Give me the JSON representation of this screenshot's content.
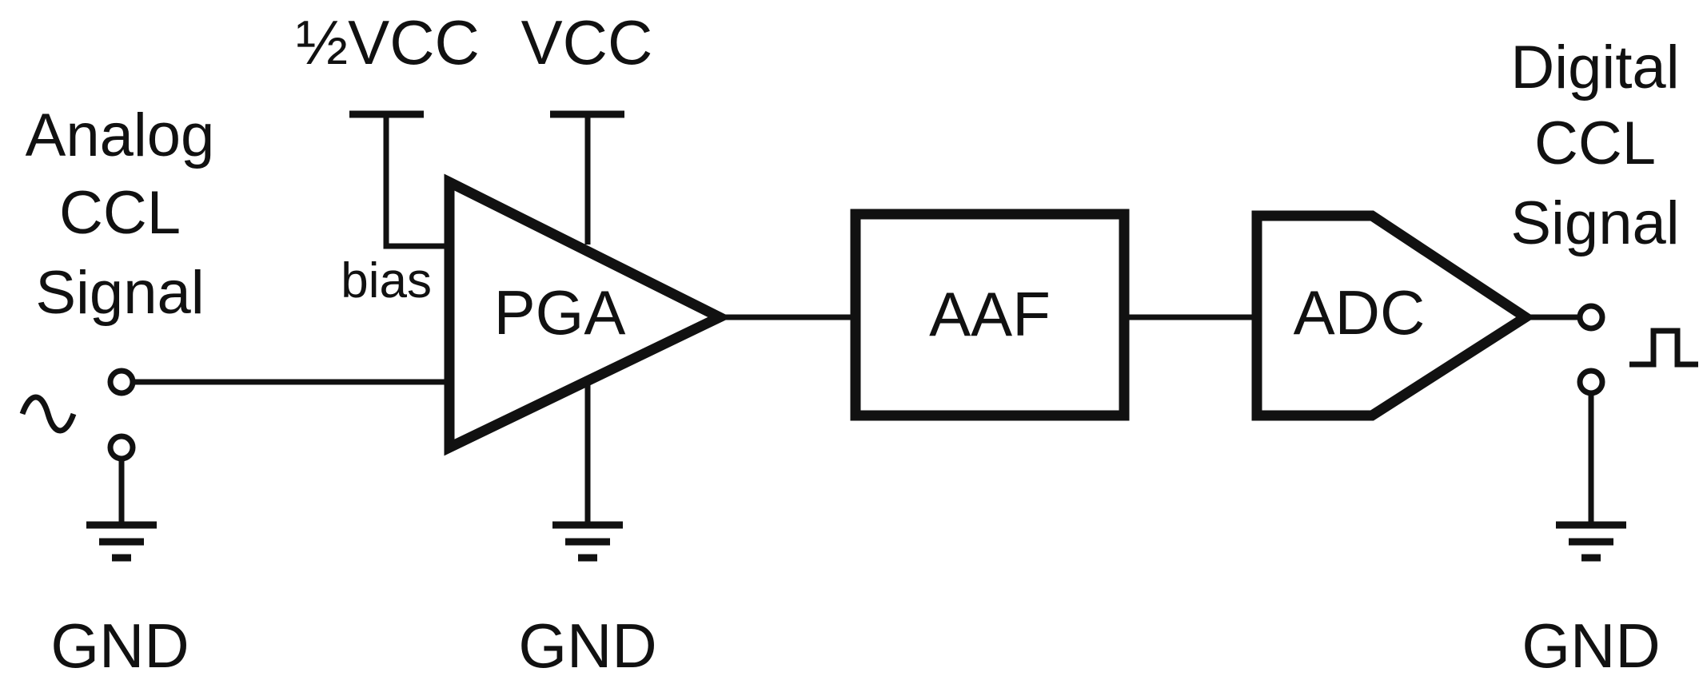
{
  "diagram": {
    "input": {
      "label_lines": [
        "Analog",
        "CCL",
        "Signal"
      ],
      "source_symbol": "sine-wave-icon"
    },
    "output": {
      "label_lines": [
        "Digital",
        "CCL",
        "Signal"
      ],
      "pulse_symbol": "square-pulse-icon"
    },
    "supplies": {
      "half_vcc": "½VCC",
      "vcc": "VCC"
    },
    "blocks": {
      "pga": "PGA",
      "bias": "bias",
      "aaf": "AAF",
      "adc": "ADC"
    },
    "grounds": {
      "input_gnd": "GND",
      "pga_gnd": "GND",
      "output_gnd": "GND"
    }
  }
}
